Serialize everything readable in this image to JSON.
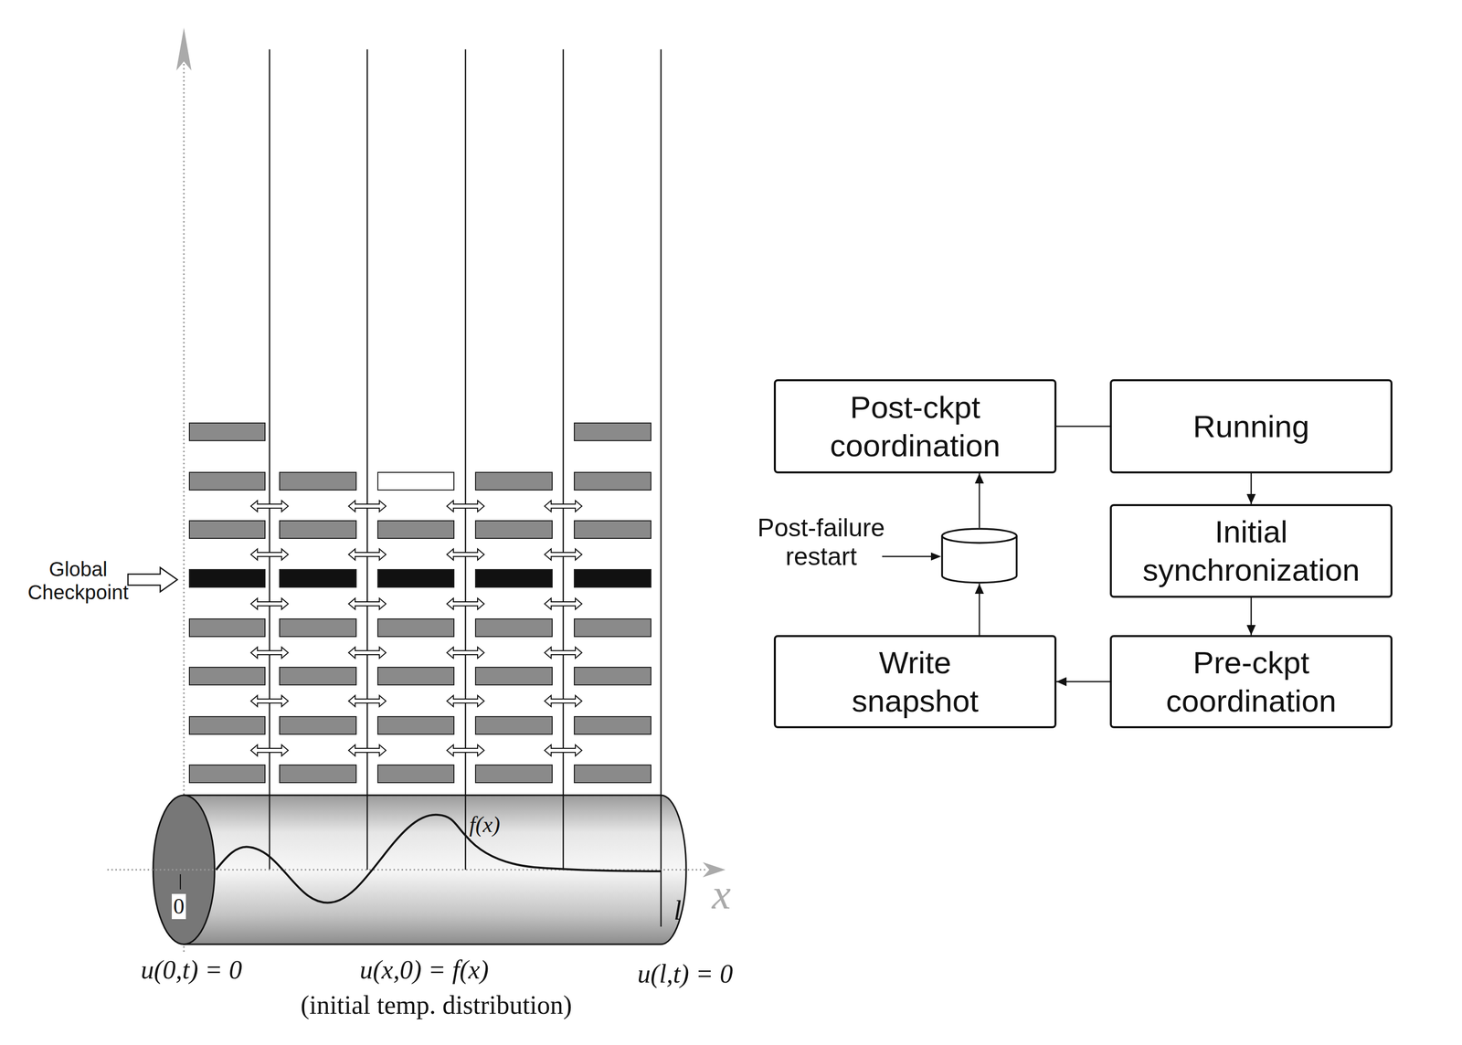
{
  "diagram": {
    "nodes": [
      {
        "text": [
          "Post-ckpt coordination"
        ]
      },
      {
        "text": [
          "Running"
        ]
      },
      {
        "text": [
          "Initial synchronization"
        ]
      },
      {
        "text": [
          "Pre-ckpt coordination"
        ]
      },
      {
        "text": [
          "Write snapshot"
        ]
      }
    ],
    "edges": [
      {
        "from": 1,
        "to": 2,
        "arrow": "to"
      },
      {
        "from": 2,
        "to": 3,
        "arrow": "to"
      },
      {
        "from": 3,
        "to": 4,
        "arrow": "to"
      },
      {
        "from": 4,
        "to": 0,
        "arrow": "to"
      },
      {
        "from": 0,
        "to": 1,
        "arrow": "none"
      }
    ],
    "labels": [
      "Global Checkpoint",
      "f(x)",
      "0",
      "x",
      "l",
      "u(0,t) = 0",
      "u(x,0) = f(x)",
      "u(l,t) = 0",
      "(initial temp. distribution)",
      "Post-failure restart"
    ]
  }
}
